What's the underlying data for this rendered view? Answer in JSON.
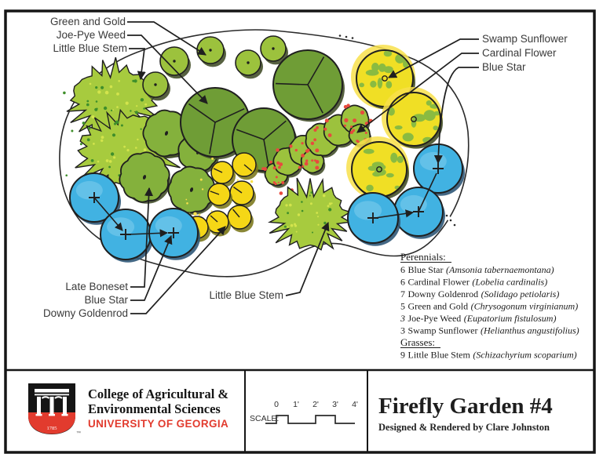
{
  "callouts": {
    "green_gold": "Green and Gold",
    "joe_pye": "Joe-Pye Weed",
    "little_blue_top": "Little Blue Stem",
    "swamp_sunflower": "Swamp Sunflower",
    "cardinal_flower": "Cardinal Flower",
    "blue_star_right": "Blue Star",
    "late_boneset": "Late Boneset",
    "blue_star_left": "Blue Star",
    "downy_goldenrod": "Downy Goldenrod",
    "little_blue_bottom": "Little Blue Stem"
  },
  "plant_list": {
    "perennials_header": "Perennials:",
    "grasses_header": "Grasses:",
    "perennials": [
      {
        "qty": "6",
        "name": "Blue Star",
        "latin": "(Amsonia tabernaemontana)"
      },
      {
        "qty": "6",
        "name": "Cardinal Flower",
        "latin": "(Lobelia cardinalis)"
      },
      {
        "qty": "7",
        "name": "Downy Goldenrod",
        "latin": "(Solidago petiolaris)"
      },
      {
        "qty": "5",
        "name": "Green and Gold",
        "latin": "(Chrysogonum virginianum)"
      },
      {
        "qty": "3",
        "name": "Joe-Pye Weed",
        "latin": "(Eupatorium fistulosum)"
      },
      {
        "qty": "3",
        "name": "Swamp Sunflower",
        "latin": "(Helianthus angustifolius)"
      }
    ],
    "grasses": [
      {
        "qty": "9",
        "name": "Little Blue Stem",
        "latin": "(Schizachyrium scoparium)"
      }
    ]
  },
  "title_block": {
    "college_line1": "College of Agricultural &",
    "college_line2": "Environmental Sciences",
    "university": "UNIVERSITY OF GEORGIA",
    "logo_year": "1785",
    "trademark": "™",
    "scale_label": "SCALE:",
    "scale_ticks": [
      "0",
      "1'",
      "2'",
      "3'",
      "4'"
    ],
    "title": "Firefly Garden #4",
    "subtitle": "Designed & Rendered by Clare Johnston"
  },
  "colors": {
    "ink": "#1f1f1f",
    "bed_line": "#2a2a2a",
    "green_light": "#9cc23d",
    "green_dark": "#6f9d36",
    "green_boneset": "#84b13c",
    "green_grass": "#a7cb3e",
    "speck_dark": "#3f8f2b",
    "speck_light": "#d3e44c",
    "yellow": "#f5d716",
    "yellow_halo": "#f8e04b",
    "sunflower_yellow": "#f0df25",
    "sunflower_green": "#8abb41",
    "blue": "#41b2e2",
    "blue_light": "#8ed2f0",
    "red_dot": "#e84a3e",
    "shadow_green": "#45502c",
    "shadow_blue": "#2f5878",
    "shadow_yellow": "#7d7a20",
    "uga_red": "#e23b2e"
  }
}
